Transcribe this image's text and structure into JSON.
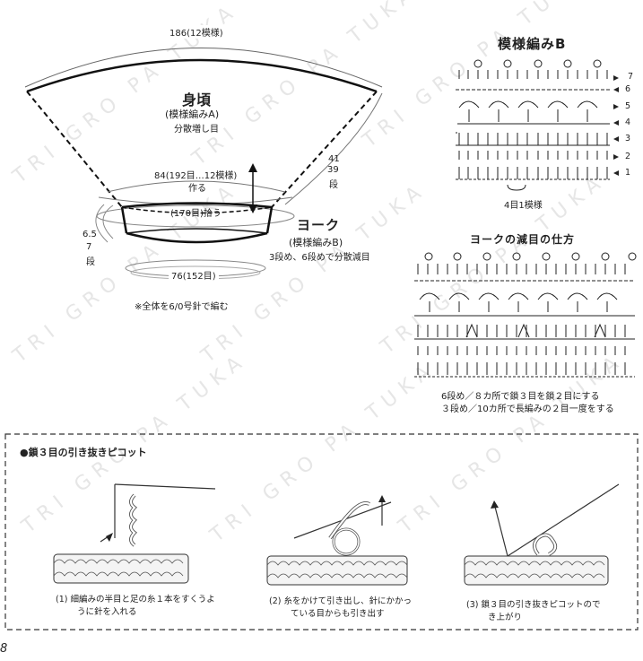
{
  "watermark": "TRI GRO PA TUKA",
  "bodice": {
    "top_width": "186(12模様)",
    "title": "身頃",
    "pattern": "(模様編みA)",
    "increase_note": "分散増し目",
    "side_length": "41",
    "side_rows": "39",
    "side_rows_unit": "段",
    "chain_count": "84(192目…12模様)",
    "chain_action": "作る"
  },
  "yoke": {
    "pickup": "(170目)拾う",
    "title": "ヨーク",
    "pattern": "(模様編みB)",
    "decrease_note": "3段め、6段めで分散減目",
    "side_length": "6.5",
    "side_rows": "7",
    "side_rows_unit": "段",
    "bottom_width": "76(152目)"
  },
  "needle_note": "※全体を6/0号針で編む",
  "pattern_b": {
    "title": "模様編みB",
    "row_labels": [
      "7",
      "6",
      "5",
      "4",
      "3",
      "2",
      "1"
    ],
    "repeat_note": "4目1模様"
  },
  "yoke_decrease": {
    "title": "ヨークの減目の仕方",
    "note_row6": "6段め／８カ所で鎖３目を鎖２目にする",
    "note_row3": "３段め／10カ所で長編みの２目一度をする"
  },
  "picot": {
    "title": "●鎖３目の引き抜きピコット",
    "steps": [
      {
        "num": "(1)",
        "line1": "細編みの半目と足の糸１本をすくうよ",
        "line2": "うに針を入れる"
      },
      {
        "num": "(2)",
        "line1": "糸をかけて引き出し、針にかかっ",
        "line2": "ている目からも引き出す"
      },
      {
        "num": "(3)",
        "line1": "鎖３目の引き抜きピコットので",
        "line2": "き上がり"
      }
    ]
  },
  "page_number": "8"
}
